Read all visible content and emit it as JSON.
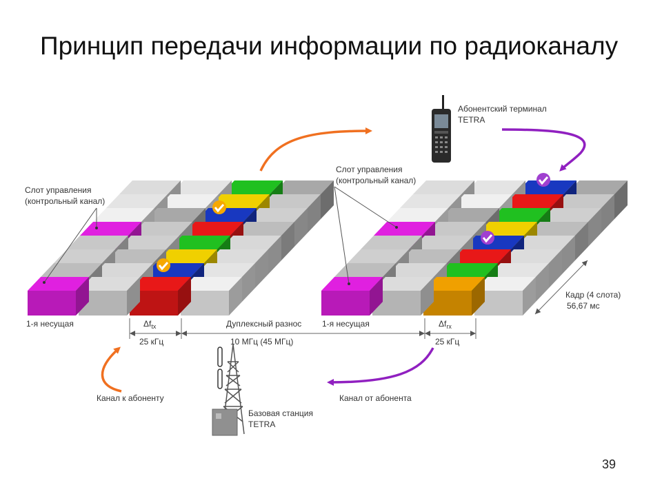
{
  "title": "Принцип передачи информации по радиоканалу",
  "page_number": "39",
  "labels": {
    "control_slot_left_line1": "Слот управления",
    "control_slot_left_line2": "(контрольный канал)",
    "control_slot_right_line1": "Слот управления",
    "control_slot_right_line2": "(контрольный канал)",
    "terminal_line1": "Абонентский терминал",
    "terminal_line2": "TETRA",
    "carrier_left": "1-я несущая",
    "carrier_right": "1-я несущая",
    "delta_tx_symbol": "Δf",
    "delta_tx_sub": "tx",
    "delta_rx_symbol": "Δf",
    "delta_rx_sub": "rx",
    "khz_left": "25 кГц",
    "khz_right": "25 кГц",
    "duplex_label": "Дуплексный разнос",
    "duplex_value": "10 МГц (45 МГц)",
    "frame_line1": "Кадр (4 слота)",
    "frame_line2": "56,67 мс",
    "downlink": "Канал к абоненту",
    "uplink": "Канал от абонента",
    "base_line1": "Базовая станция",
    "base_line2": "TETRA"
  },
  "colors": {
    "magenta": "#e020e0",
    "red": "#e81818",
    "yellow": "#f0d000",
    "green": "#20c020",
    "blue": "#1838c0",
    "orange": "#f0a000",
    "arrow_orange": "#f07020",
    "arrow_purple": "#9020c0"
  }
}
